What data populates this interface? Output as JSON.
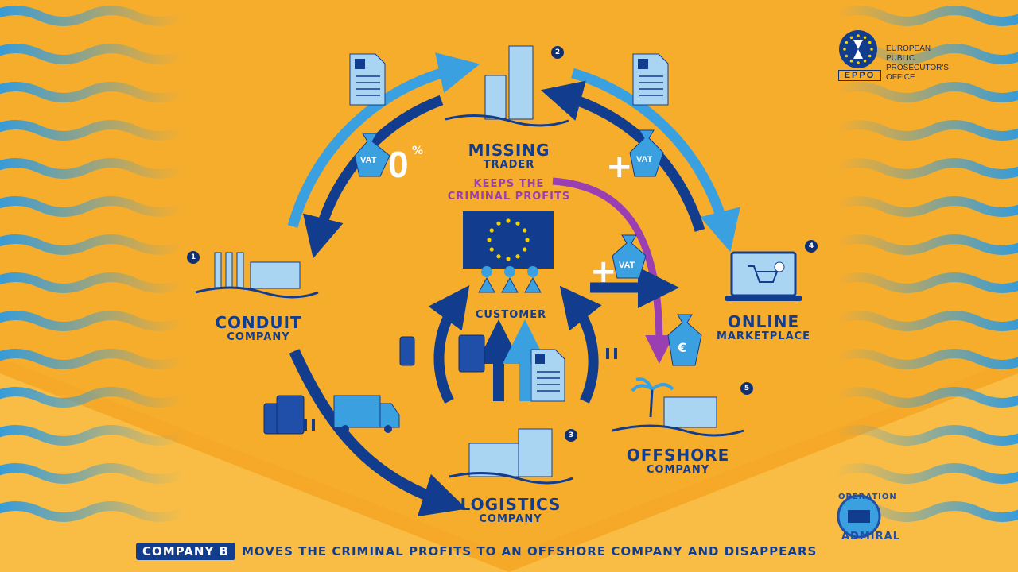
{
  "nodes": {
    "missing_trader": {
      "number": "2",
      "line1": "MISSING",
      "line2": "TRADER"
    },
    "conduit_company": {
      "number": "1",
      "line1": "CONDUIT",
      "line2": "COMPANY"
    },
    "online_marketplace": {
      "number": "4",
      "line1": "ONLINE",
      "line2": "MARKETPLACE"
    },
    "logistics_company": {
      "number": "3",
      "line1": "LOGISTICS",
      "line2": "COMPANY"
    },
    "offshore_company": {
      "number": "5",
      "line1": "OFFSHORE",
      "line2": "COMPANY"
    },
    "customer": {
      "label": "CUSTOMER"
    }
  },
  "annotations": {
    "keeps_profits_line1": "KEEPS THE",
    "keeps_profits_line2": "CRIMINAL PROFITS",
    "vat_label": "VAT",
    "zero_rate": "0",
    "percent": "%",
    "plus": "+",
    "euro": "€"
  },
  "logos": {
    "eppo_line1": "EUROPEAN",
    "eppo_line2": "PUBLIC",
    "eppo_line3": "PROSECUTOR'S",
    "eppo_line4": "OFFICE",
    "eppo_abbr": "EPPO",
    "operation_line1": "OPERATION",
    "operation_line2": "ADMIRAL"
  },
  "caption": {
    "badge": "COMPANY B",
    "text": "MOVES THE CRIMINAL PROFITS TO AN OFFSHORE COMPANY AND DISAPPEARS"
  },
  "colors": {
    "background": "#f7ad2c",
    "dark_blue": "#123d8f",
    "light_blue": "#3aa0e0",
    "purple": "#9a3fb1"
  }
}
